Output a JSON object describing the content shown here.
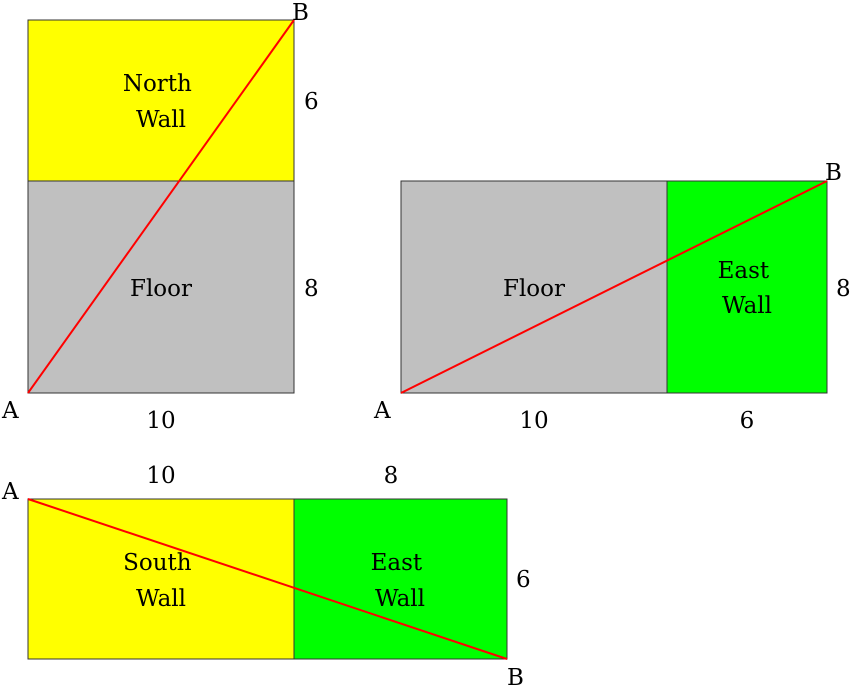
{
  "colors": {
    "floor": "#c0c0c0",
    "north_wall": "#ffff00",
    "south_wall": "#ffff00",
    "east_wall": "#00ff00",
    "path": "#ff0000"
  },
  "net1": {
    "north_wall_label": [
      "North",
      "Wall"
    ],
    "floor_label": [
      "Floor"
    ],
    "dim_north_height": "6",
    "dim_floor_height": "8",
    "dim_width": "10",
    "point_a": "A",
    "point_b": "B"
  },
  "net2": {
    "floor_label": [
      "Floor"
    ],
    "east_wall_label": [
      "East",
      "Wall"
    ],
    "dim_height": "8",
    "dim_floor_width": "10",
    "dim_east_width": "6",
    "point_a": "A",
    "point_b": "B"
  },
  "net3": {
    "south_wall_label": [
      "South",
      "Wall"
    ],
    "east_wall_label": [
      "East",
      "Wall"
    ],
    "dim_south_width": "10",
    "dim_east_width": "8",
    "dim_height": "6",
    "point_a": "A",
    "point_b": "B"
  }
}
